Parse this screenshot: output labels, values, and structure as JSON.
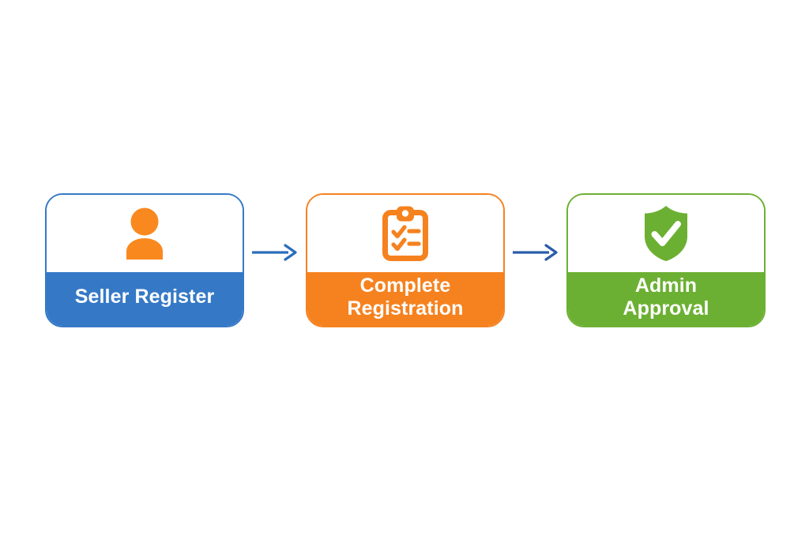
{
  "diagram": {
    "type": "horizontal-flow",
    "background_color": "#ffffff",
    "steps": [
      {
        "id": "seller-register",
        "label": "Seller Register",
        "icon": "user-icon",
        "accent_color": "#3579c6",
        "icon_color": "#f5821f",
        "label_text_color": "#ffffff"
      },
      {
        "id": "complete-registration",
        "label": "Complete\nRegistration",
        "icon": "clipboard-checklist-icon",
        "accent_color": "#f5821f",
        "icon_color": "#f5821f",
        "label_text_color": "#ffffff"
      },
      {
        "id": "admin-approval",
        "label": "Admin\nApproval",
        "icon": "shield-check-icon",
        "accent_color": "#6cb033",
        "icon_color": "#6cb033",
        "label_text_color": "#ffffff"
      }
    ],
    "connectors": [
      {
        "id": "arrow-1",
        "from": "seller-register",
        "to": "complete-registration",
        "color": "#2a6ebb",
        "direction": "right"
      },
      {
        "id": "arrow-2",
        "from": "complete-registration",
        "to": "admin-approval",
        "color": "#2a5caa",
        "direction": "right"
      }
    ]
  }
}
